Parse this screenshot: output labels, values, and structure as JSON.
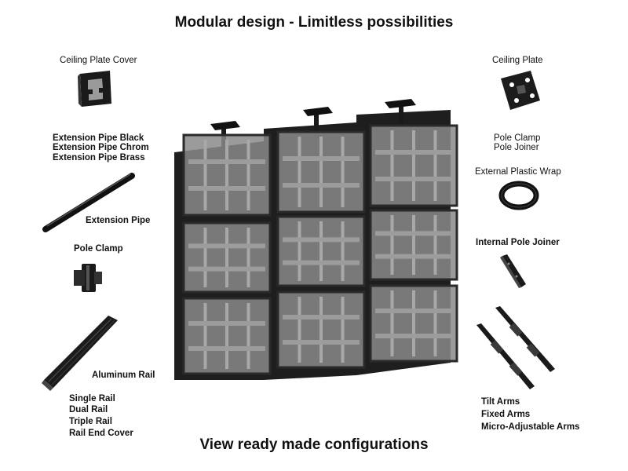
{
  "header": {
    "title": "Modular design - Limitless possibilities"
  },
  "footer": {
    "link_text": "View ready made configurations"
  },
  "labels": {
    "ceiling_plate_cover": "Ceiling Plate Cover",
    "ceiling_plate": "Ceiling Plate",
    "ext_pipe_black": "Extension Pipe Black",
    "ext_pipe_chrom": "Extension Pipe Chrom",
    "ext_pipe_brass": "Extension Pipe Brass",
    "extension_pipe": "Extension Pipe",
    "pole_clamp_left": "Pole Clamp",
    "pole_clamp_right": "Pole Clamp",
    "pole_joiner": "Pole Joiner",
    "external_plastic_wrap": "External Plastic Wrap",
    "internal_pole_joiner": "Internal Pole Joiner",
    "aluminum_rail": "Aluminum Rail",
    "rail_options": [
      "Single Rail",
      "Dual Rail",
      "Triple Rail",
      "Rail End Cover"
    ],
    "arm_options": [
      "Tilt Arms",
      "Fixed Arms",
      "Micro-Adjustable Arms"
    ]
  },
  "colors": {
    "metal_dark": "#1c1c1c",
    "screen_fill": "#8a8a8a",
    "frame": "#2a2a2a"
  }
}
